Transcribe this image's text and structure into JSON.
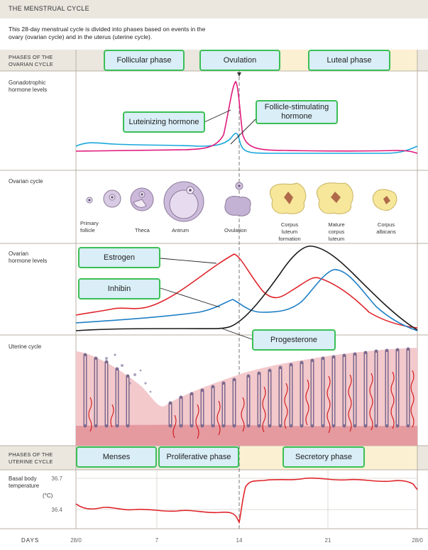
{
  "header": {
    "title": "THE MENSTRUAL CYCLE"
  },
  "description": "This 28-day menstrual cycle is divided into phases based on events in the ovary (ovarian cycle) and in the uterus (uterine cycle).",
  "rows": {
    "phases_ovarian": "PHASES OF THE OVARIAN CYCLE",
    "gonadotrophic": "Gonadotrophic hormone levels",
    "ovarian_cycle": "Ovarian cycle",
    "ovarian_hormone": "Ovarian hormone levels",
    "uterine_cycle": "Uterine cycle",
    "phases_uterine": "PHASES OF THE UTERINE CYCLE",
    "bbt": "Basal body temperature",
    "bbt_unit": "(°C)"
  },
  "ovarian_phases": {
    "follicular": "Follicular phase",
    "ovulation": "Ovulation",
    "luteal": "Luteal phase"
  },
  "hormone_labels": {
    "lh": "Luteinizing hormone",
    "fsh": "Follicle-stimulating hormone",
    "estrogen": "Estrogen",
    "inhibin": "Inhibin",
    "progesterone": "Progesterone"
  },
  "follicle_stages": {
    "primary": "Primary follicle",
    "theca": "Theca",
    "antrum": "Antrum",
    "ovulation": "Ovulation",
    "corpus_formation": "Corpus luteum formation",
    "mature_corpus": "Mature corpus luteum",
    "albicans": "Corpus albicans"
  },
  "uterine_phases": {
    "menses": "Menses",
    "proliferative": "Proliferative phase",
    "secretory": "Secretory phase"
  },
  "bbt_ticks": {
    "high": "36.7",
    "low": "36.4"
  },
  "days": {
    "label": "DAYS",
    "d0": "28/0",
    "d7": "7",
    "d14": "14",
    "d21": "21",
    "d28": "28/0"
  },
  "colors": {
    "lh": "#e0197d",
    "fsh": "#1aa7dc",
    "estrogen": "#e0242a",
    "inhibin": "#1f7fc6",
    "progesterone": "#1a1a1a",
    "bbt": "#e0242a",
    "phase_box_border": "#3bbf55",
    "phase_box_fill": "#d9eef7"
  }
}
